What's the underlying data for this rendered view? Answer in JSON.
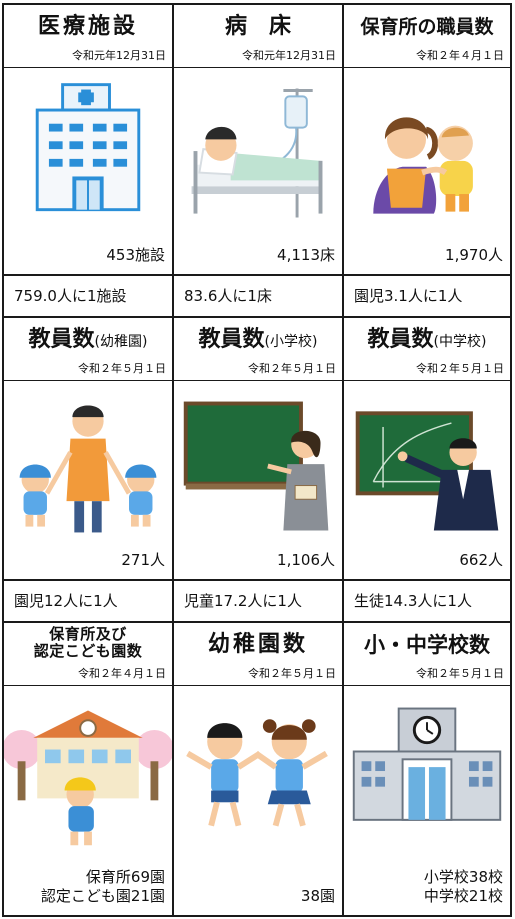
{
  "cells": [
    {
      "title": "医療施設",
      "note": "",
      "date": "令和元年12月31日",
      "count": "453施設",
      "ratio": "759.0人に1施設"
    },
    {
      "title": "病　床",
      "note": "",
      "date": "令和元年12月31日",
      "count": "4,113床",
      "ratio": "83.6人に1床"
    },
    {
      "title": "保育所の職員数",
      "note": "",
      "date": "令和２年４月１日",
      "count": "1,970人",
      "ratio": "園児3.1人に1人"
    },
    {
      "title": "教員数",
      "note": "(幼稚園)",
      "date": "令和２年５月１日",
      "count": "271人",
      "ratio": "園児12人に1人"
    },
    {
      "title": "教員数",
      "note": "(小学校)",
      "date": "令和２年５月１日",
      "count": "1,106人",
      "ratio": "児童17.2人に1人"
    },
    {
      "title": "教員数",
      "note": "(中学校)",
      "date": "令和２年５月１日",
      "count": "662人",
      "ratio": "生徒14.3人に1人"
    },
    {
      "title_line1": "保育所及び",
      "title_line2": "認定こども園数",
      "date": "令和２年４月１日",
      "count_line1": "保育所69園",
      "count_line2": "認定こども園21園"
    },
    {
      "title": "幼稚園数",
      "note": "",
      "date": "令和２年５月１日",
      "count": "38園"
    },
    {
      "title": "小・中学校数",
      "note": "",
      "date": "令和２年５月１日",
      "count_line1": "小学校38校",
      "count_line2": "中学校21校"
    }
  ],
  "icons": [
    "hospital-building",
    "patient-in-bed",
    "caregiver-with-baby",
    "teacher-with-kindergarten-children",
    "teacher-at-blackboard",
    "male-teacher-at-blackboard",
    "nursery-school-building",
    "kindergarten-children-jumping",
    "school-building"
  ],
  "colors": {
    "border": "#1a1a1a",
    "hospital_blue": "#2a8fd8",
    "chalkboard_green": "#1f6b3a",
    "kindergarten_blue": "#3b8fd6"
  }
}
